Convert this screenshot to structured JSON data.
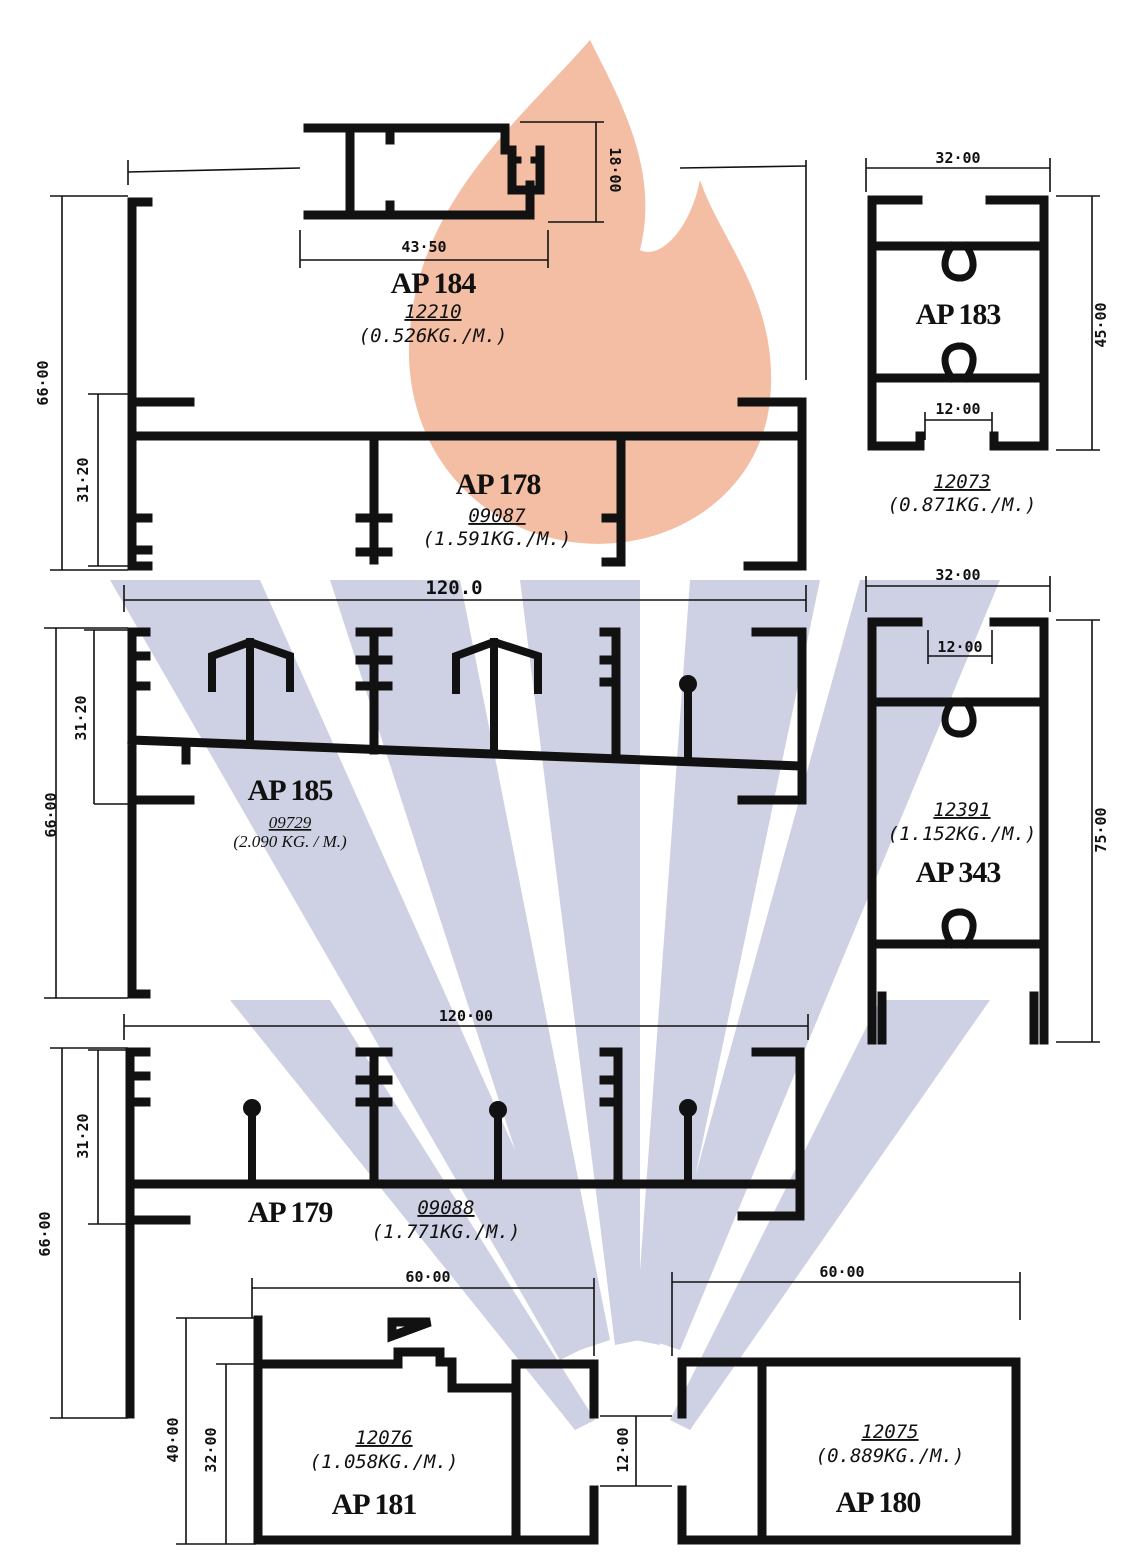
{
  "profiles": {
    "ap184": {
      "name": "AP 184",
      "code": "12210",
      "weight": "(0.526KG./M.)",
      "dims": {
        "width": "43·50",
        "height": "18·00"
      }
    },
    "ap183": {
      "name": "AP 183",
      "code": "12073",
      "weight": "(0.871KG./M.)",
      "dims": {
        "width": "32·00",
        "height": "45·00",
        "slot": "12·00"
      }
    },
    "ap178": {
      "name": "AP 178",
      "code": "09087",
      "weight": "(1.591KG./M.)",
      "dims": {
        "width": "120.0",
        "height": "66·00",
        "sub": "31·20"
      }
    },
    "ap185": {
      "name": "AP 185",
      "code": "09729",
      "weight": "(2.090 KG. / M.)",
      "dims": {
        "height": "66·00",
        "sub": "31·20"
      }
    },
    "ap343": {
      "name": "AP 343",
      "code": "12391",
      "weight": "(1.152KG./M.)",
      "dims": {
        "width": "32·00",
        "height": "75·00",
        "slot": "12·00"
      }
    },
    "ap179": {
      "name": "AP 179",
      "code": "09088",
      "weight": "(1.771KG./M.)",
      "dims": {
        "width": "120·00",
        "height": "66·00",
        "sub": "31·20"
      }
    },
    "ap181": {
      "name": "AP 181",
      "code": "12076",
      "weight": "(1.058KG./M.)",
      "dims": {
        "width": "60·00",
        "height": "40·00",
        "sub": "32·00",
        "gap": "12·00"
      }
    },
    "ap180": {
      "name": "AP 180",
      "code": "12075",
      "weight": "(0.889KG./M.)",
      "dims": {
        "width": "60·00"
      }
    }
  },
  "watermark": {
    "flame_color": "#f2b79a",
    "rays_color": "#c9cbe0"
  }
}
